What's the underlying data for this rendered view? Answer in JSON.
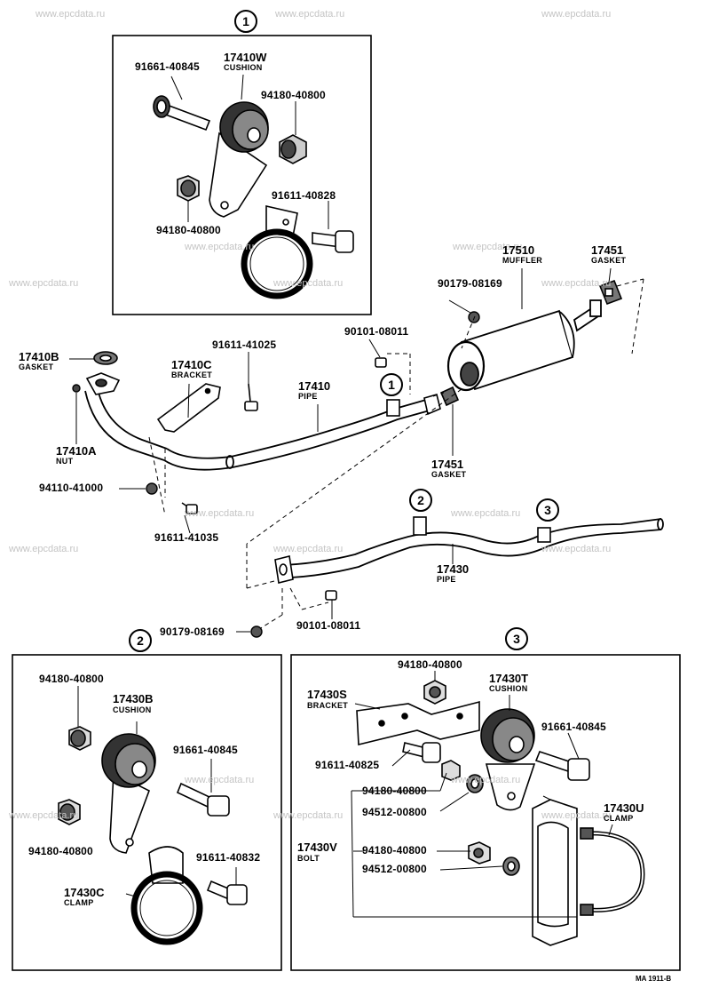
{
  "watermark": "www.epcdata.ru",
  "footer": "MA  1911-B",
  "callouts": {
    "c1": "1",
    "c2": "2",
    "c3": "3"
  },
  "main": {
    "p17410B": "17410B",
    "gasket_a": "GASKET",
    "p17410C": "17410C",
    "bracket_a": "BRACKET",
    "p91611_41025": "91611-41025",
    "p17410": "17410",
    "pipe_a": "PIPE",
    "p90101_08011_a": "90101-08011",
    "p17510": "17510",
    "muffler": "MUFFLER",
    "p17451_a": "17451",
    "gasket_b": "GASKET",
    "p90179_08169_a": "90179-08169",
    "p17451_b": "17451",
    "gasket_c": "GASKET",
    "p17410A": "17410A",
    "nut": "NUT",
    "p94110_41000": "94110-41000",
    "p91611_41035": "91611-41035",
    "p17430": "17430",
    "pipe_b": "PIPE",
    "p90179_08169_b": "90179-08169",
    "p90101_08011_b": "90101-08011"
  },
  "box1": {
    "p91661_40845": "91661-40845",
    "p17410W": "17410W",
    "cushion": "CUSHION",
    "p94180_40800_a": "94180-40800",
    "p91611_40828": "91611-40828",
    "p94180_40800_b": "94180-40800"
  },
  "box2": {
    "p94180_40800_a": "94180-40800",
    "p17430B": "17430B",
    "cushion": "CUSHION",
    "p91661_40845": "91661-40845",
    "p94180_40800_b": "94180-40800",
    "p91611_40832": "91611-40832",
    "p17430C": "17430C",
    "clamp": "CLAMP"
  },
  "box3": {
    "p94180_40800_a": "94180-40800",
    "p17430T": "17430T",
    "cushion": "CUSHION",
    "p17430S": "17430S",
    "bracket": "BRACKET",
    "p91661_40845": "91661-40845",
    "p91611_40825": "91611-40825",
    "p94180_40800_b": "94180-40800",
    "p94512_00800_a": "94512-00800",
    "p17430U": "17430U",
    "clamp": "CLAMP",
    "p17430V": "17430V",
    "bolt": "BOLT",
    "p94180_40800_c": "94180-40800",
    "p94512_00800_b": "94512-00800"
  }
}
